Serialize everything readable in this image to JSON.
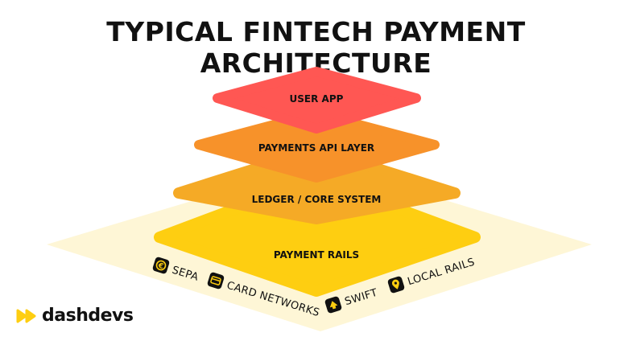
{
  "title": "TYPICAL FINTECH PAYMENT ARCHITECTURE",
  "layers": [
    {
      "label": "USER APP",
      "color": "#FF5753"
    },
    {
      "label": "PAYMENTS API LAYER",
      "color": "#F7922A"
    },
    {
      "label": "LEDGER / CORE SYSTEM",
      "color": "#F5AA26"
    },
    {
      "label": "PAYMENT RAILS",
      "color": "#FECE11"
    }
  ],
  "base_color": "#FEF6D6",
  "rails": [
    {
      "label": "SEPA",
      "icon": "euro-icon"
    },
    {
      "label": "CARD NETWORKS",
      "icon": "card-icon"
    },
    {
      "label": "SWIFT",
      "icon": "swift-icon"
    },
    {
      "label": "LOCAL RAILS",
      "icon": "location-pin-icon"
    }
  ],
  "brand": {
    "name": "dashdevs",
    "color": "#FECE11"
  }
}
